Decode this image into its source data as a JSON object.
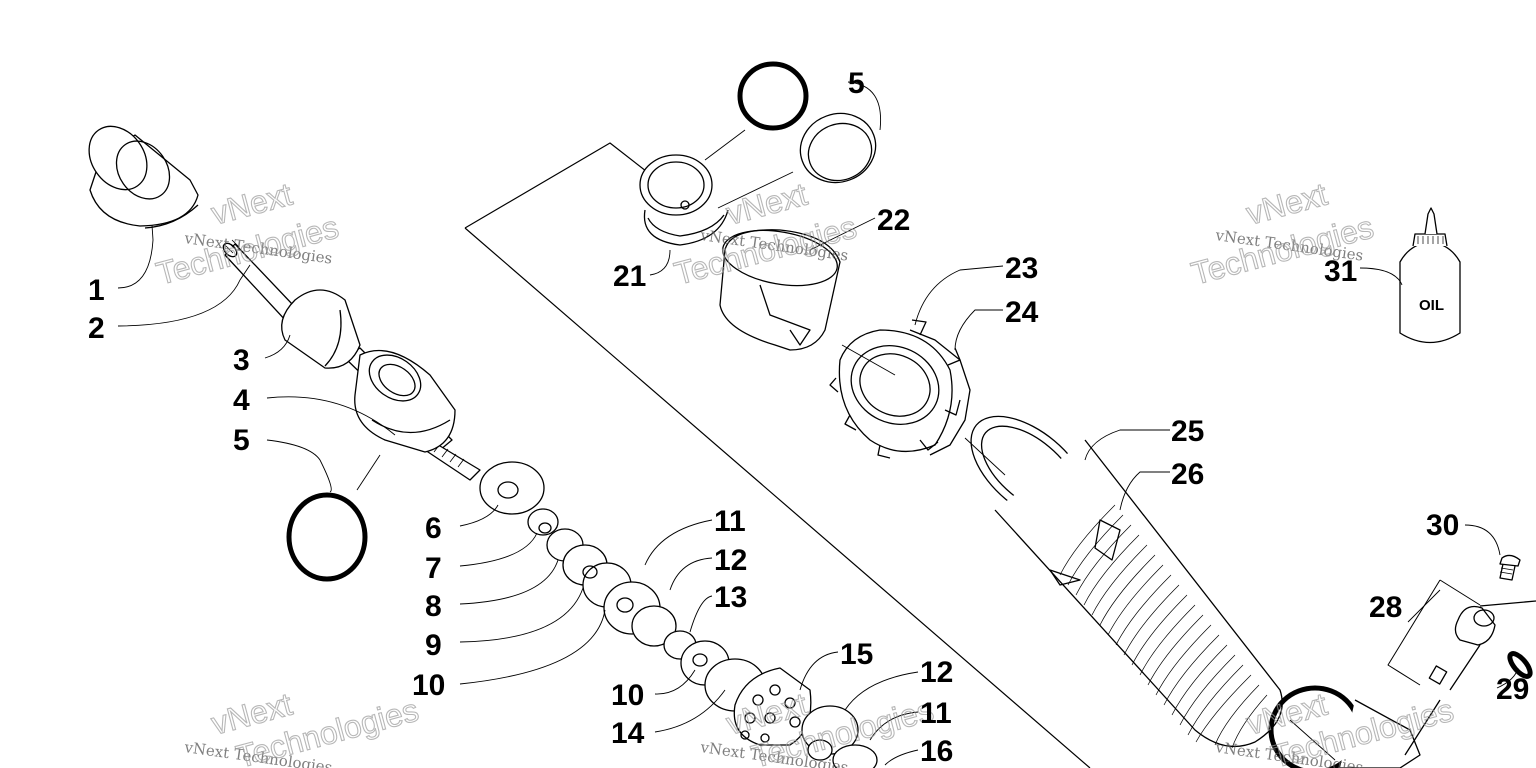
{
  "diagram": {
    "bottle_label": "OIL",
    "callouts": [
      {
        "id": "c1",
        "text": "1"
      },
      {
        "id": "c2",
        "text": "2"
      },
      {
        "id": "c3",
        "text": "3"
      },
      {
        "id": "c4",
        "text": "4"
      },
      {
        "id": "c5a",
        "text": "5"
      },
      {
        "id": "c5b",
        "text": "5"
      },
      {
        "id": "c6",
        "text": "6"
      },
      {
        "id": "c7",
        "text": "7"
      },
      {
        "id": "c8",
        "text": "8"
      },
      {
        "id": "c9",
        "text": "9"
      },
      {
        "id": "c10a",
        "text": "10"
      },
      {
        "id": "c10b",
        "text": "10"
      },
      {
        "id": "c11a",
        "text": "11"
      },
      {
        "id": "c11b",
        "text": "11"
      },
      {
        "id": "c12a",
        "text": "12"
      },
      {
        "id": "c12b",
        "text": "12"
      },
      {
        "id": "c13",
        "text": "13"
      },
      {
        "id": "c14",
        "text": "14"
      },
      {
        "id": "c15",
        "text": "15"
      },
      {
        "id": "c16",
        "text": "16"
      },
      {
        "id": "c21",
        "text": "21"
      },
      {
        "id": "c22",
        "text": "22"
      },
      {
        "id": "c23",
        "text": "23"
      },
      {
        "id": "c24",
        "text": "24"
      },
      {
        "id": "c25",
        "text": "25"
      },
      {
        "id": "c26",
        "text": "26"
      },
      {
        "id": "c28",
        "text": "28"
      },
      {
        "id": "c29",
        "text": "29"
      },
      {
        "id": "c30",
        "text": "30"
      },
      {
        "id": "c31",
        "text": "31"
      }
    ],
    "watermark": {
      "line1": "vNext Technologies",
      "line2a": "vNext",
      "line2b": "Technologies"
    }
  }
}
